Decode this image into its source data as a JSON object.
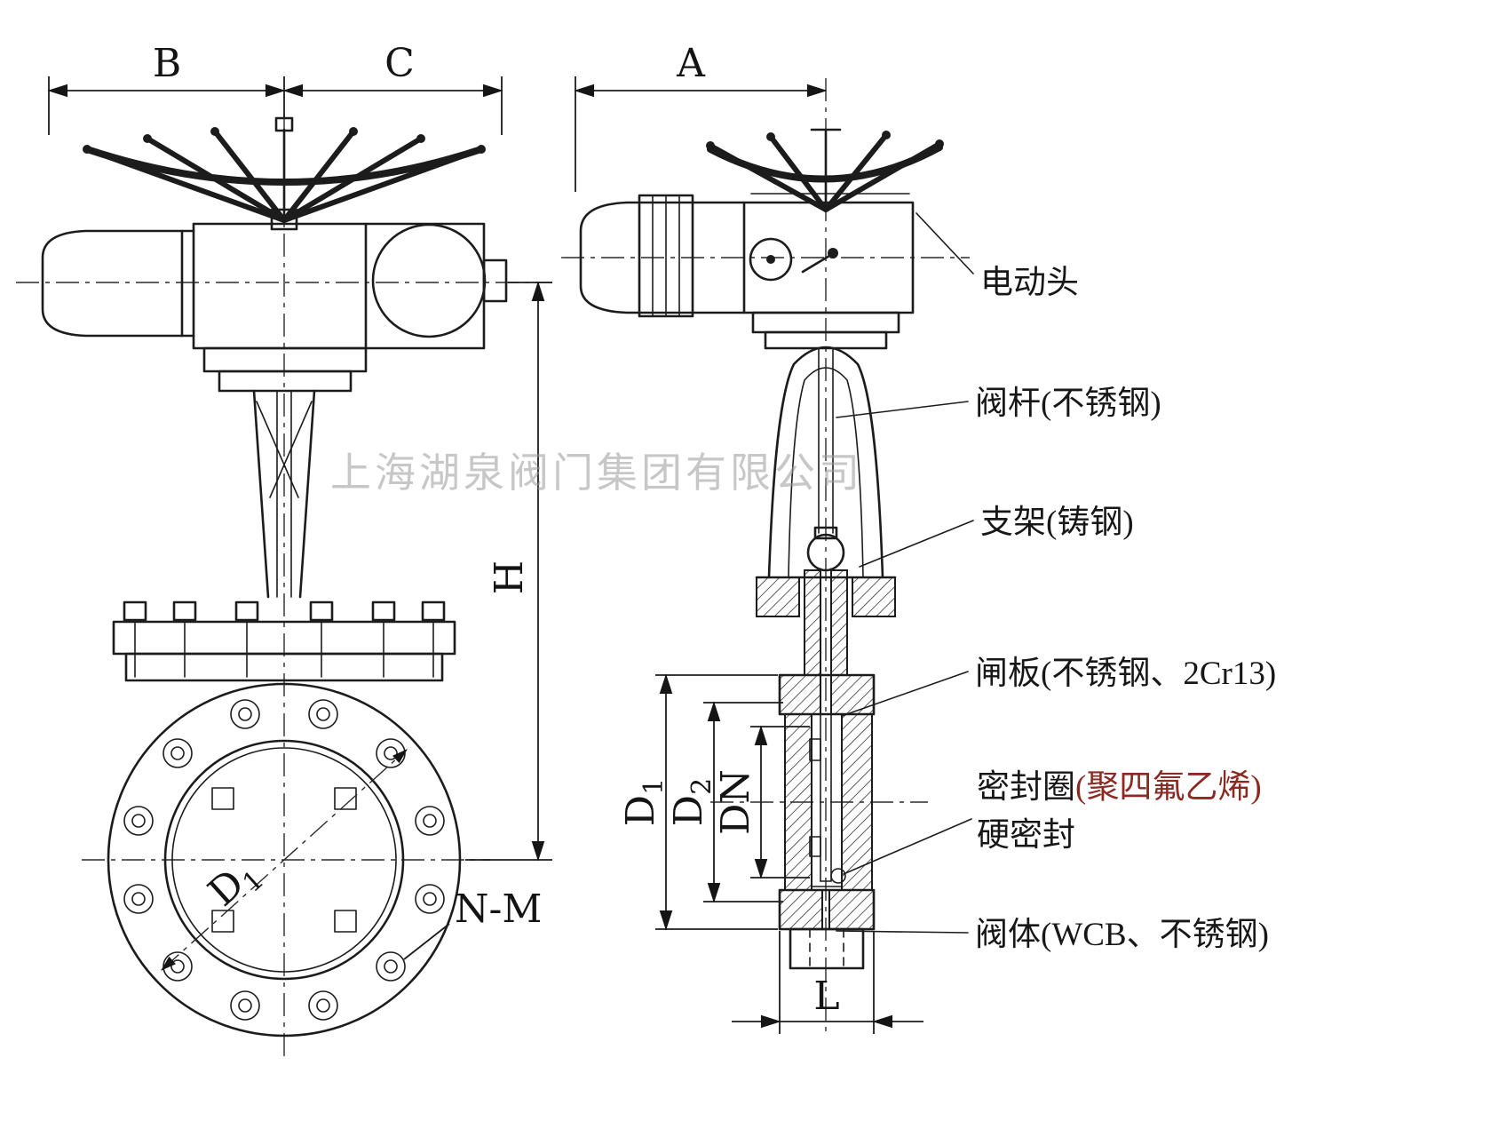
{
  "watermark": "上海湖泉阀门集团有限公司",
  "dims": {
    "b": "B",
    "c": "C",
    "a": "A",
    "h": "H",
    "l": "L",
    "dn": "DN",
    "d_main": "D",
    "d1_sub": "1",
    "d2_sub": "2",
    "nm": "N-M"
  },
  "labels": {
    "actuator": "电动头",
    "stem": "阀杆(不锈钢)",
    "bracket": "支架(铸钢)",
    "gate": "闸板(不锈钢、2Cr13)",
    "seal_name": "密封圈",
    "seal_paren": "(聚四氟乙烯)",
    "seal_line2": "硬密封",
    "body": "阀体(WCB、不锈钢)"
  },
  "colors": {
    "ink": "#1c1c1c",
    "seal_red": "#8a2a22",
    "watermark": "#9a9a9a"
  }
}
